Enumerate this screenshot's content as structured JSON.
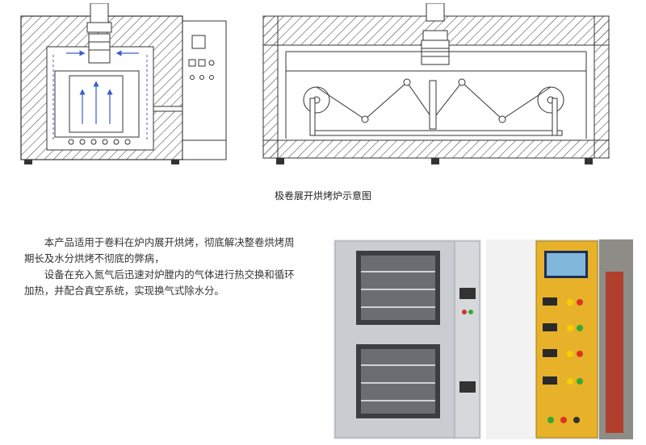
{
  "caption": "极卷展开烘烤炉示意图",
  "description": {
    "para1": "本产品适用于卷料在炉内展开烘烤，彻底解决整卷烘烤周期长及水分烘烤不彻底的弊病，",
    "para2": "设备在充入氮气后迅速对炉膛内的气体进行热交换和循环加热，并配合真空系统，实现换气式除水分。"
  },
  "colors": {
    "hatch": "#555555",
    "airflow_arrow": "#3a5fcd",
    "panel_yellow": "#e7b22a",
    "oven_steel": "#c9ccd0"
  },
  "icons": {
    "left_diagram": "oven-front-section-drawing",
    "right_diagram": "oven-side-section-drawing",
    "photo_left": "oven-photo",
    "photo_right": "control-panel-photo"
  }
}
